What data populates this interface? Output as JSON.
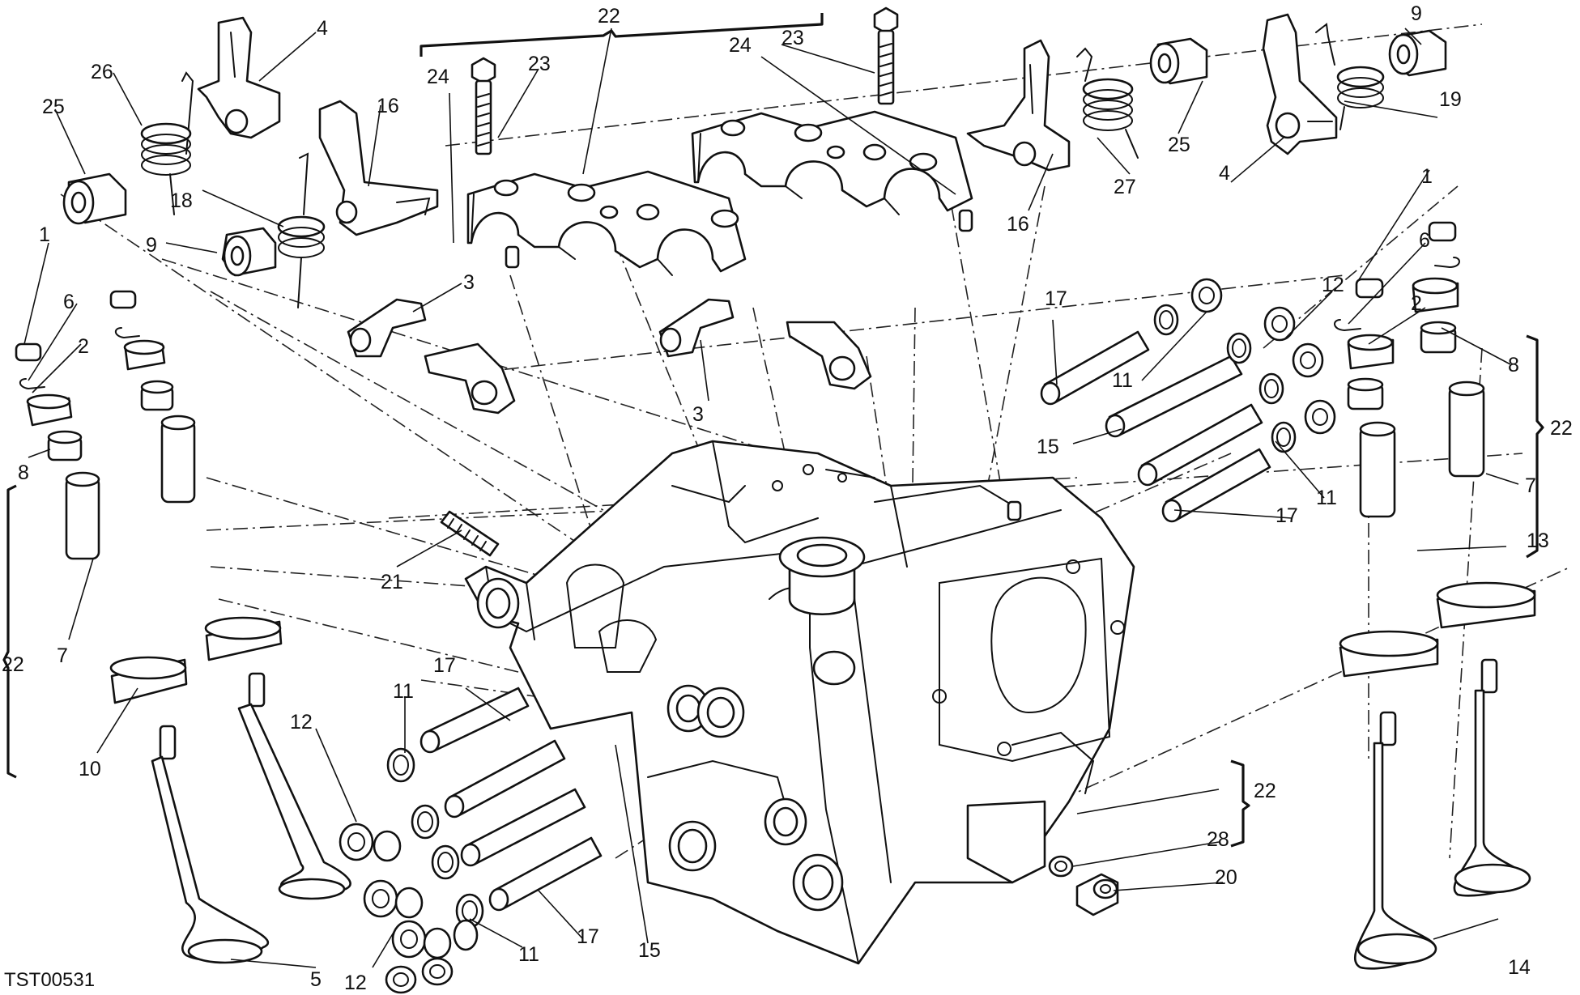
{
  "figure_code": "TST00531",
  "callouts": [
    "1",
    "2",
    "3",
    "4",
    "5",
    "6",
    "7",
    "8",
    "9",
    "10",
    "11",
    "12",
    "13",
    "14",
    "15",
    "16",
    "17",
    "18",
    "19",
    "20",
    "21",
    "22",
    "23",
    "24",
    "25",
    "26",
    "27",
    "28"
  ]
}
